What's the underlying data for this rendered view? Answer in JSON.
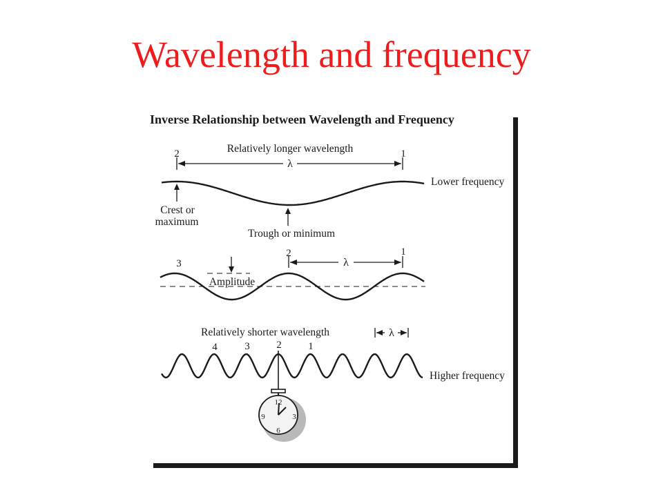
{
  "slide": {
    "title": "Wavelength and frequency",
    "title_color": "#ee1c1c"
  },
  "figure": {
    "title": "Inverse Relationship between Wavelength and Frequency",
    "panel1": {
      "caption": "Relatively longer wavelength",
      "label_left": "2",
      "label_right": "1",
      "lambda": "λ",
      "freq_label": "Lower frequency",
      "crest_line1": "Crest or",
      "crest_line2": "maximum",
      "trough": "Trough or minimum"
    },
    "panel2": {
      "label_3": "3",
      "label_2": "2",
      "label_1": "1",
      "lambda": "λ",
      "amplitude": "Amplitude"
    },
    "panel3": {
      "caption": "Relatively shorter wavelength",
      "label_4": "4",
      "label_3": "3",
      "label_2": "2",
      "label_1": "1",
      "lambda": "λ",
      "freq_label": "Higher frequency"
    },
    "clock": {
      "n12": "12",
      "n3": "3",
      "n6": "6",
      "n9": "9"
    }
  }
}
